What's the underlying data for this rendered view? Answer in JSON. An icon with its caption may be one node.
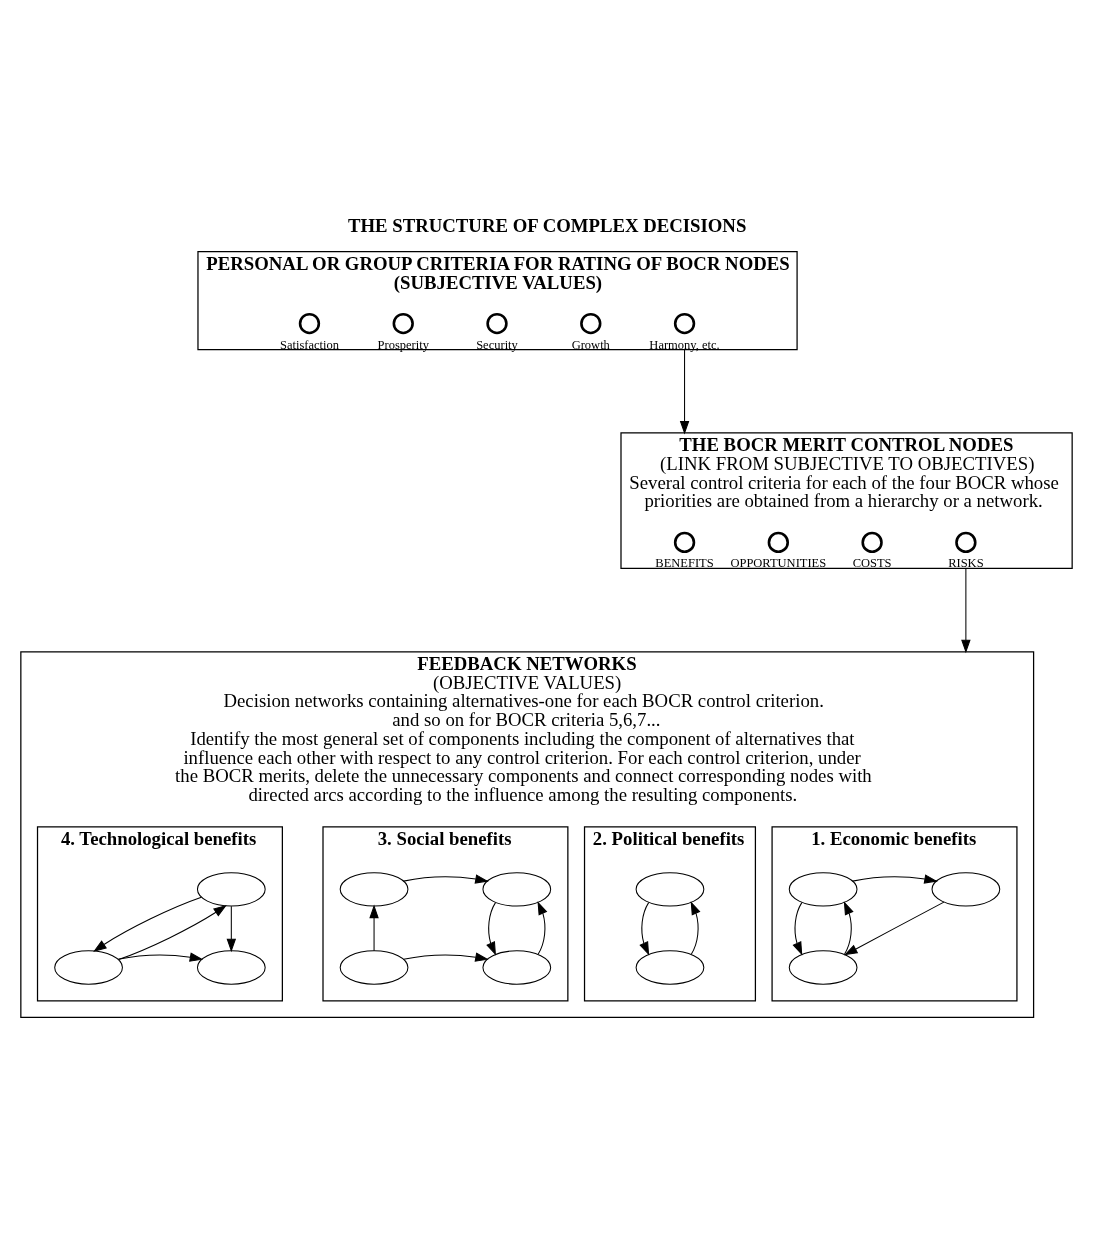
{
  "diagram": {
    "title": "THE STRUCTURE OF COMPLEX DECISIONS",
    "nodes": [
      {
        "text": [
          "PERSONAL OR GROUP CRITERIA FOR RATING OF BOCR NODES (SUBJECTIVE VALUES)"
        ]
      },
      {
        "text": [
          "Satisfaction"
        ],
        "in": 0
      },
      {
        "text": [
          "Prosperity"
        ],
        "in": 0
      },
      {
        "text": [
          "Security"
        ],
        "in": 0
      },
      {
        "text": [
          "Growth"
        ],
        "in": 0
      },
      {
        "text": [
          "Harmony, etc."
        ],
        "in": 0
      },
      {
        "text": [
          "THE BOCR MERIT CONTROL NODES",
          "(LINK FROM SUBJECTIVE TO OBJECTIVES)",
          "Several control criteria for each of the four BOCR whose priorities are obtained from a hierarchy or a network."
        ]
      },
      {
        "text": [
          "BENEFITS"
        ],
        "in": 6
      },
      {
        "text": [
          "OPPORTUNITIES"
        ],
        "in": 6
      },
      {
        "text": [
          "COSTS"
        ],
        "in": 6
      },
      {
        "text": [
          "RISKS"
        ],
        "in": 6
      },
      {
        "text": [
          "FEEDBACK NETWORKS",
          "(OBJECTIVE VALUES)",
          "Decision networks containing alternatives-one for each BOCR control criterion.",
          "and so on for BOCR criteria 5,6,7...",
          "Identify the most general set of components including the component of alternatives that influence each other with respect to any control criterion. For each control criterion, under the BOCR merits, delete the unnecessary components and connect corresponding nodes with directed arcs according to the influence among the resulting components."
        ]
      },
      {
        "text": [
          "1. Economic benefits"
        ],
        "in": 11
      },
      {
        "text": [],
        "shape": "ellipse",
        "in": 12
      },
      {
        "text": [],
        "shape": "ellipse",
        "in": 12
      },
      {
        "text": [],
        "shape": "ellipse",
        "in": 12
      },
      {
        "text": [
          "2. Political benefits"
        ],
        "in": 11
      },
      {
        "text": [],
        "shape": "ellipse",
        "in": 16
      },
      {
        "text": [],
        "shape": "ellipse",
        "in": 16
      },
      {
        "text": [
          "3. Social benefits"
        ],
        "in": 11
      },
      {
        "text": [],
        "shape": "ellipse",
        "in": 19
      },
      {
        "text": [],
        "shape": "ellipse",
        "in": 19
      },
      {
        "text": [],
        "shape": "ellipse",
        "in": 19
      },
      {
        "text": [],
        "shape": "ellipse",
        "in": 19
      },
      {
        "text": [
          "4. Technological benefits"
        ],
        "in": 11
      },
      {
        "text": [],
        "shape": "ellipse",
        "in": 24
      },
      {
        "text": [],
        "shape": "ellipse",
        "in": 24
      },
      {
        "text": [],
        "shape": "ellipse",
        "in": 24
      }
    ],
    "edges": [
      {
        "from": 0,
        "to": 6,
        "arrow": "to"
      },
      {
        "from": 6,
        "to": 11,
        "arrow": "to"
      },
      {
        "from": 14,
        "to": 13,
        "arrow": "to"
      },
      {
        "from": 13,
        "to": 15,
        "arrow": "to"
      },
      {
        "from": 15,
        "to": 14,
        "arrow": "to"
      },
      {
        "from": 14,
        "to": 15,
        "arrow": "to"
      },
      {
        "from": 17,
        "to": 18,
        "arrow": "to"
      },
      {
        "from": 18,
        "to": 17,
        "arrow": "to"
      },
      {
        "from": 20,
        "to": 21,
        "arrow": "to"
      },
      {
        "from": 21,
        "to": 23,
        "arrow": "to"
      },
      {
        "from": 23,
        "to": 21,
        "arrow": "to"
      },
      {
        "from": 22,
        "to": 20,
        "arrow": "to"
      },
      {
        "from": 22,
        "to": 23,
        "arrow": "to"
      },
      {
        "from": 25,
        "to": 26,
        "arrow": "to"
      },
      {
        "from": 27,
        "to": 25,
        "arrow": "to"
      },
      {
        "from": 25,
        "to": 27,
        "arrow": "to"
      },
      {
        "from": 27,
        "to": 26,
        "arrow": "to"
      }
    ]
  }
}
